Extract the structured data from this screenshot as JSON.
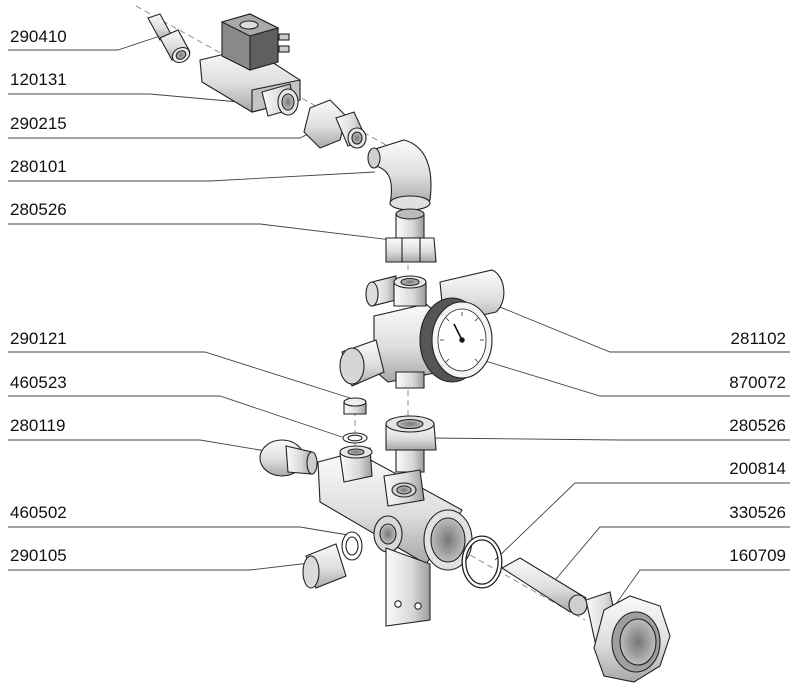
{
  "labels_left": [
    "290410",
    "120131",
    "290215",
    "280101",
    "280526",
    "290121",
    "460523",
    "280119",
    "460502",
    "290105"
  ],
  "labels_right": [
    "281102",
    "870072",
    "280526",
    "200814",
    "330526",
    "160709"
  ],
  "colors": {
    "ink": "#111111",
    "leader": "#444444",
    "part_light": "#f2f2f2",
    "part_mid": "#d4d4d4",
    "part_dark": "#9a9a9a",
    "coil": "#6e6e6e"
  }
}
